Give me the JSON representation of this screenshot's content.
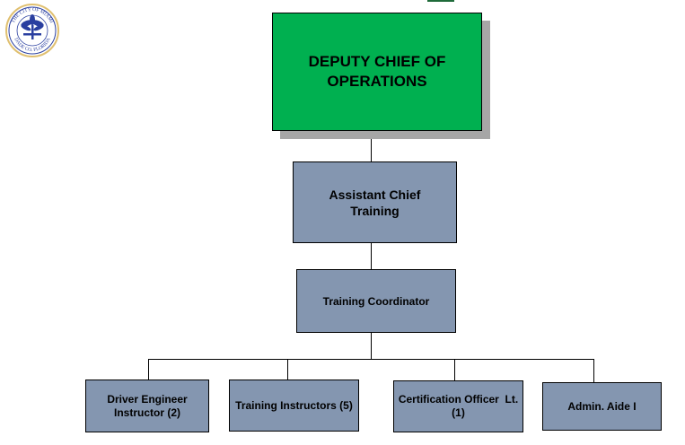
{
  "logo": {
    "top_text": "THE CITY OF MIAMI",
    "bottom_text": "DADE CO. FLORIDA",
    "center_text": "INCORPORATED 1896"
  },
  "colors": {
    "green": "#00b050",
    "box": "#8496b0",
    "shadow": "#a6a6a6"
  },
  "chart": {
    "top": {
      "title": "DEPUTY CHIEF OF OPERATIONS"
    },
    "level2": {
      "title": "Assistant Chief Training"
    },
    "level3": {
      "title": "Training Coordinator"
    },
    "children": [
      {
        "title": "Driver Engineer Instructor (2)"
      },
      {
        "title": "Training Instructors (5)"
      },
      {
        "title": "Certification Officer  Lt. (1)"
      },
      {
        "title": "Admin. Aide I"
      }
    ]
  }
}
